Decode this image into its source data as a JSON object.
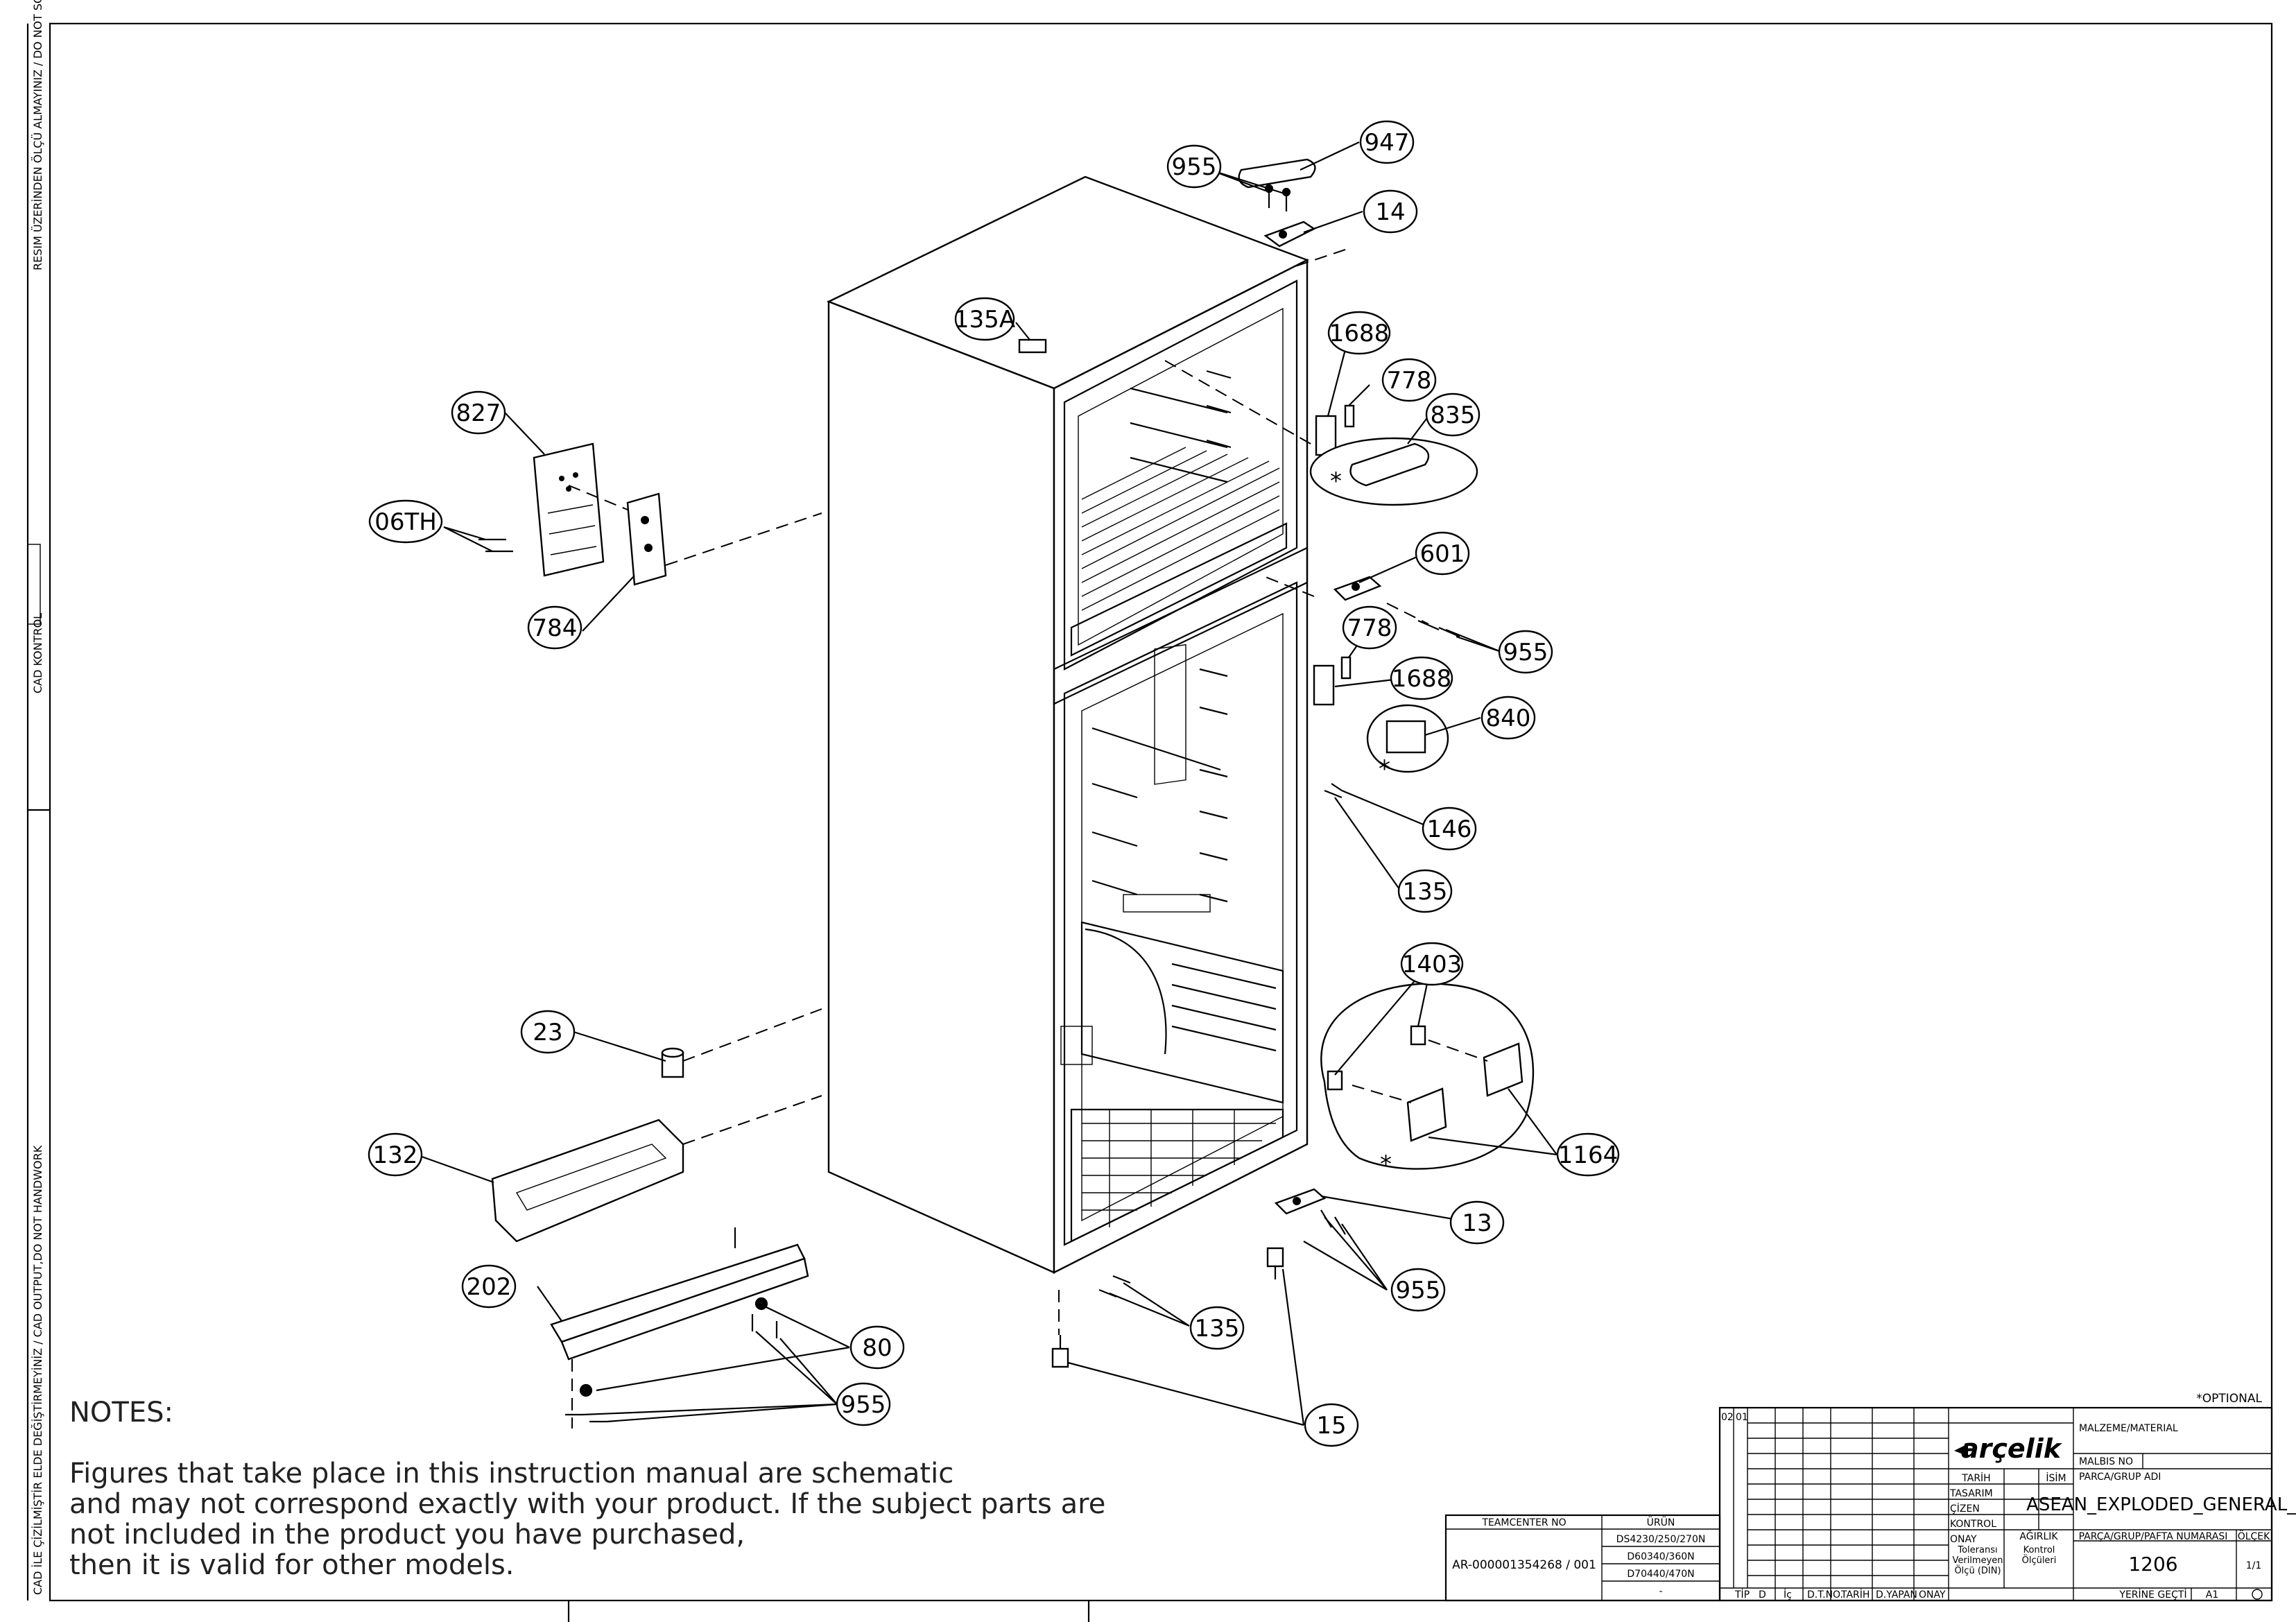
{
  "side_texts": {
    "top": "RESIM ÜZERİNDEN ÖLÇÜ ALMAYINIZ / DO NOT SCALE",
    "middle": "CAD KONTROL",
    "bottom": "CAD İLE ÇİZİLMİŞTİR ELDE DEĞİŞTİRMEYİNİZ / CAD OUTPUT,DO NOT HANDWORK"
  },
  "callouts": [
    {
      "id": "c947",
      "label": "947"
    },
    {
      "id": "c955a",
      "label": "955"
    },
    {
      "id": "c14",
      "label": "14"
    },
    {
      "id": "c135A",
      "label": "135A"
    },
    {
      "id": "c1688a",
      "label": "1688"
    },
    {
      "id": "c778a",
      "label": "778"
    },
    {
      "id": "c835",
      "label": "835"
    },
    {
      "id": "c827",
      "label": "827"
    },
    {
      "id": "c06TH",
      "label": "06TH"
    },
    {
      "id": "c784",
      "label": "784"
    },
    {
      "id": "c601",
      "label": "601"
    },
    {
      "id": "c955b",
      "label": "955"
    },
    {
      "id": "c778b",
      "label": "778"
    },
    {
      "id": "c1688b",
      "label": "1688"
    },
    {
      "id": "c840",
      "label": "840"
    },
    {
      "id": "c146",
      "label": "146"
    },
    {
      "id": "c135a",
      "label": "135"
    },
    {
      "id": "c1403",
      "label": "1403"
    },
    {
      "id": "c1164",
      "label": "1164"
    },
    {
      "id": "c23",
      "label": "23"
    },
    {
      "id": "c132",
      "label": "132"
    },
    {
      "id": "c13",
      "label": "13"
    },
    {
      "id": "c955c",
      "label": "955"
    },
    {
      "id": "c202",
      "label": "202"
    },
    {
      "id": "c135b",
      "label": "135"
    },
    {
      "id": "c80",
      "label": "80"
    },
    {
      "id": "c955d",
      "label": "955"
    },
    {
      "id": "c15",
      "label": "15"
    }
  ],
  "optional_marks": [
    "*",
    "*",
    "*"
  ],
  "optional_note": "*OPTIONAL",
  "notes": {
    "heading": "NOTES:",
    "lines": [
      "Figures that take place in this instruction manual are schematic",
      "and may not correspond exactly with your product. If the subject parts are",
      "not included in the product you have purchased,",
      "then it is valid for other models."
    ]
  },
  "title_block": {
    "rev": [
      "02",
      "01"
    ],
    "brand": "arçelik",
    "material_label": "MALZEME/MATERIAL",
    "malbis_label": "MALBIS NO",
    "group_label": "PARCA/GRUP ADI",
    "group_name": "ASEAN_EXPLODED_GENERAL_PK",
    "date_label": "TARİH",
    "name_label": "İSİM",
    "roles": [
      "TASARIM",
      "ÇİZEN",
      "KONTROL",
      "ONAY"
    ],
    "weight_label": "AĞIRLIK",
    "tolerance": "Toleransı Verilmeyen Ölçü (DIN)",
    "control": "Kontrol Ölçüleri",
    "sheet_label": "PARÇA/GRUP/PAFTA NUMARASI",
    "sheet_no": "1206",
    "scale_label": "ÖLÇEK",
    "replaces": "YERİNE GEÇTİ",
    "size": "A1",
    "scale_value": "1/1",
    "footer_cols": [
      "TİP",
      "D",
      "İç",
      "D.T.NO.",
      "TARİH",
      "D.YAPAN",
      "ONAY"
    ],
    "teamcenter_label": "TEAMCENTER NO",
    "product_label": "ÜRÜN",
    "teamcenter_no": "AR-000001354268 / 001",
    "products": [
      "DS4230/250/270N",
      "D60340/360N",
      "D70440/470N",
      "-"
    ]
  }
}
